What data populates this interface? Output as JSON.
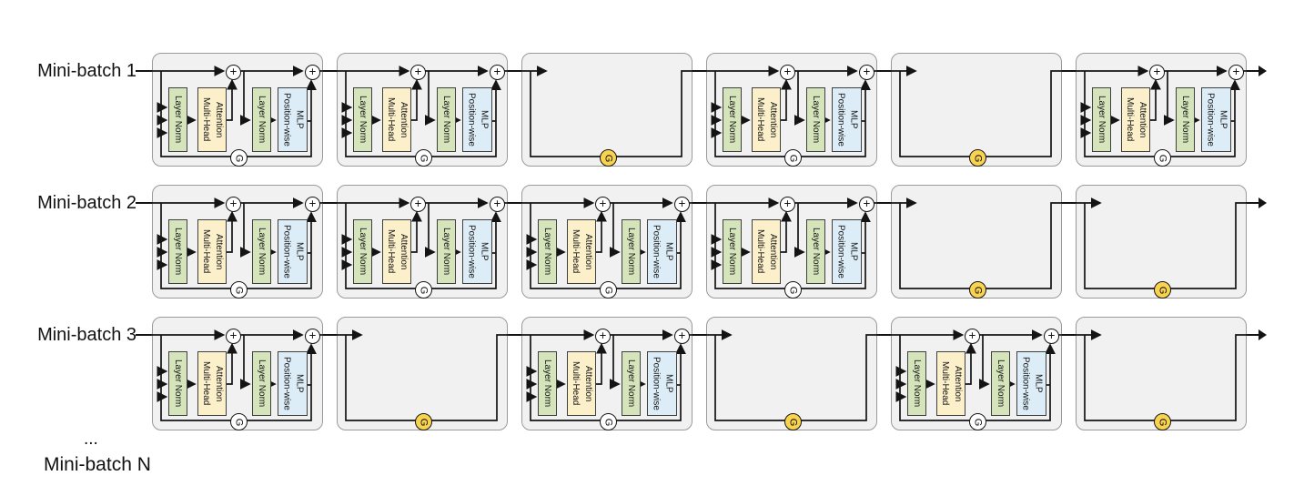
{
  "rows": [
    {
      "label": "Mini-batch 1",
      "blocks": [
        "transformer",
        "transformer",
        "skipped",
        "transformer",
        "skipped",
        "transformer"
      ]
    },
    {
      "label": "Mini-batch 2",
      "blocks": [
        "transformer",
        "transformer",
        "transformer",
        "transformer",
        "skipped",
        "skipped"
      ]
    },
    {
      "label": "Mini-batch 3",
      "blocks": [
        "transformer",
        "skipped",
        "transformer",
        "skipped",
        "transformer",
        "skipped"
      ]
    }
  ],
  "footer": {
    "ellipsis": "...",
    "more_label": "Mini-batch N"
  },
  "block_labels": {
    "layer_norm": "Layer Norm",
    "attention": "Multi-Head Attention",
    "mlp": "Position-wise MLP",
    "gate": "G",
    "add": "+"
  },
  "colors": {
    "layer_norm_fill": "#d5e4ba",
    "attention_fill": "#fbf0ca",
    "mlp_fill": "#dcedf8",
    "gate_closed_fill": "#f8d34f",
    "gate_open_fill": "#ffffff",
    "block_background": "#f1f1f1",
    "block_border": "#9a9a9a",
    "wire": "#141414"
  },
  "icons": {
    "add": "plus-circle-icon",
    "gate": "gate-icon",
    "arrow": "arrowhead-icon"
  }
}
